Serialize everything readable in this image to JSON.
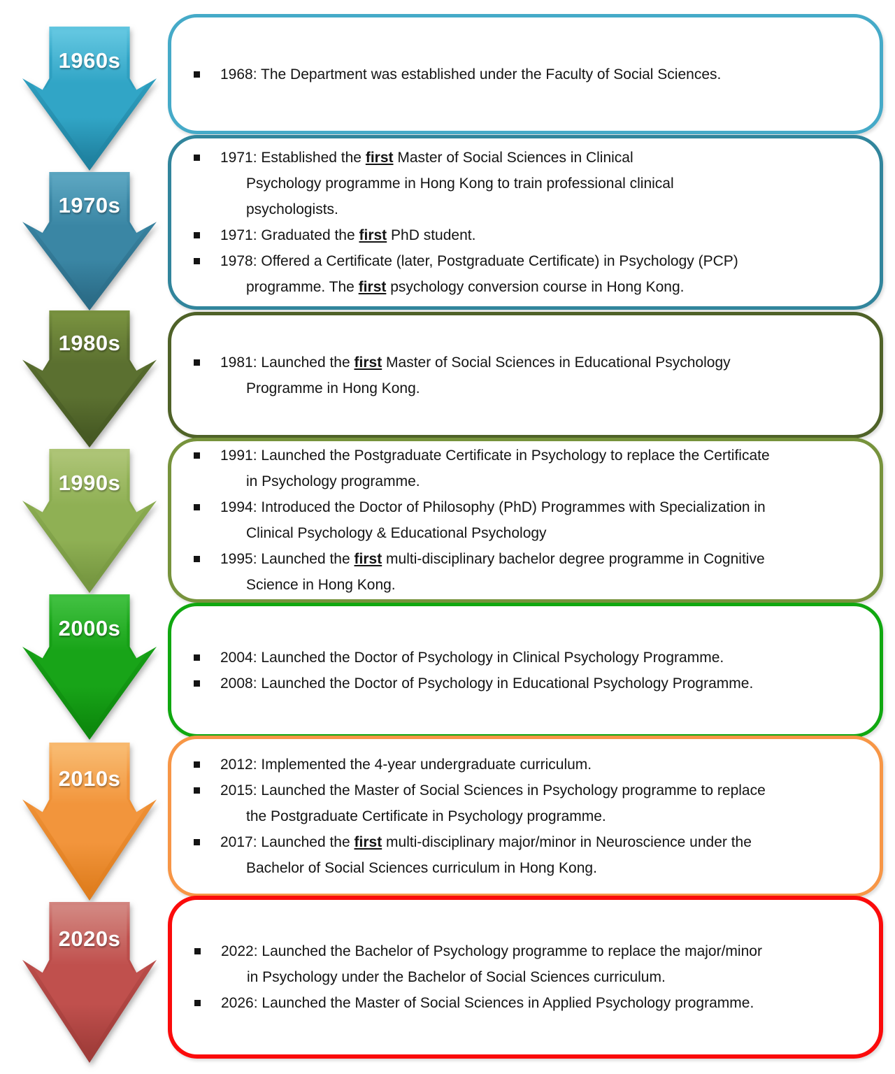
{
  "diagram": {
    "background": "#ffffff",
    "text_color": "#141414"
  },
  "decades": [
    {
      "label": "1960s",
      "colors": {
        "arrow_light": "#62C6E0",
        "arrow_main": "#31A5C6",
        "arrow_dark": "#1E7F9D",
        "box_border": "#45AAC8"
      },
      "bullets": [
        {
          "lines": [
            [
              {
                "t": "1968: The Department was established under the Faculty of Social Sciences."
              }
            ]
          ]
        }
      ]
    },
    {
      "label": "1970s",
      "colors": {
        "arrow_light": "#5BA5C0",
        "arrow_main": "#3A86A4",
        "arrow_dark": "#2A6A85",
        "box_border": "#31859C"
      },
      "bullets": [
        {
          "lines": [
            [
              {
                "t": "1971: Established the "
              },
              {
                "t": "first",
                "em": true
              },
              {
                "t": " Master of Social Sciences in Clinical"
              }
            ],
            [
              {
                "t": "Psychology programme in Hong Kong to train professional clinical"
              }
            ],
            [
              {
                "t": "psychologists."
              }
            ]
          ]
        },
        {
          "lines": [
            [
              {
                "t": "1971: Graduated the "
              },
              {
                "t": "first",
                "em": true
              },
              {
                "t": " PhD student."
              }
            ]
          ]
        },
        {
          "lines": [
            [
              {
                "t": "1978: Offered a Certificate (later, Postgraduate Certificate) in Psychology (PCP)"
              }
            ],
            [
              {
                "t": "programme. The "
              },
              {
                "t": "first",
                "em": true
              },
              {
                "t": " psychology conversion course in Hong Kong."
              }
            ]
          ]
        }
      ]
    },
    {
      "label": "1980s",
      "colors": {
        "arrow_light": "#78913F",
        "arrow_main": "#5B7030",
        "arrow_dark": "#445722",
        "box_border": "#4F6228"
      },
      "bullets": [
        {
          "lines": [
            [
              {
                "t": "1981: Launched the "
              },
              {
                "t": "first",
                "em": true
              },
              {
                "t": " Master of Social Sciences in Educational Psychology"
              }
            ],
            [
              {
                "t": "Programme in Hong Kong."
              }
            ]
          ]
        }
      ]
    },
    {
      "label": "1990s",
      "colors": {
        "arrow_light": "#ADC476",
        "arrow_main": "#8FB054",
        "arrow_dark": "#74953F",
        "box_border": "#77933C"
      },
      "bullets": [
        {
          "lines": [
            [
              {
                "t": "1991: Launched the Postgraduate Certificate in Psychology to replace the Certificate"
              }
            ],
            [
              {
                "t": "in Psychology programme."
              }
            ]
          ]
        },
        {
          "lines": [
            [
              {
                "t": "1994: Introduced the Doctor of Philosophy (PhD) Programmes with Specialization in"
              }
            ],
            [
              {
                "t": "Clinical Psychology & Educational Psychology"
              }
            ]
          ]
        },
        {
          "lines": [
            [
              {
                "t": "1995:  Launched the "
              },
              {
                "t": "first",
                "em": true
              },
              {
                "t": " multi-disciplinary bachelor degree programme in Cognitive"
              }
            ],
            [
              {
                "t": "Science in Hong Kong."
              }
            ]
          ]
        }
      ]
    },
    {
      "label": "2000s",
      "colors": {
        "arrow_light": "#3FBF3F",
        "arrow_main": "#18A418",
        "arrow_dark": "#0C870C",
        "box_border": "#10A810"
      },
      "bullets": [
        {
          "lines": [
            [
              {
                "t": "2004: Launched the Doctor of Psychology in Clinical Psychology Programme."
              }
            ]
          ]
        },
        {
          "lines": [
            [
              {
                "t": "2008: Launched the Doctor of Psychology in Educational Psychology Programme."
              }
            ]
          ]
        }
      ]
    },
    {
      "label": "2010s",
      "colors": {
        "arrow_light": "#F8BA70",
        "arrow_main": "#F2953C",
        "arrow_dark": "#DE7C1C",
        "box_border": "#F79646"
      },
      "bullets": [
        {
          "lines": [
            [
              {
                "t": "2012: Implemented the 4-year undergraduate curriculum."
              }
            ]
          ]
        },
        {
          "lines": [
            [
              {
                "t": "2015: Launched the Master of Social Sciences in Psychology programme to replace"
              }
            ],
            [
              {
                "t": "the Postgraduate Certificate in Psychology programme."
              }
            ]
          ]
        },
        {
          "lines": [
            [
              {
                "t": "2017: Launched the "
              },
              {
                "t": "first",
                "em": true
              },
              {
                "t": " multi-disciplinary major/minor in Neuroscience under the"
              }
            ],
            [
              {
                "t": "Bachelor of Social Sciences curriculum in Hong Kong."
              }
            ]
          ]
        }
      ]
    },
    {
      "label": "2020s",
      "colors": {
        "arrow_light": "#D28680",
        "arrow_main": "#C0504D",
        "arrow_dark": "#9E3B38",
        "box_border": "#FB0B0B"
      },
      "bullets": [
        {
          "lines": [
            [
              {
                "t": "2022: Launched the Bachelor of Psychology programme to replace the major/minor"
              }
            ],
            [
              {
                "t": "in Psychology under the Bachelor of Social Sciences curriculum."
              }
            ]
          ]
        },
        {
          "lines": [
            [
              {
                "t": "2026: Launched the Master of Social Sciences in Applied Psychology programme."
              }
            ]
          ]
        }
      ]
    }
  ]
}
